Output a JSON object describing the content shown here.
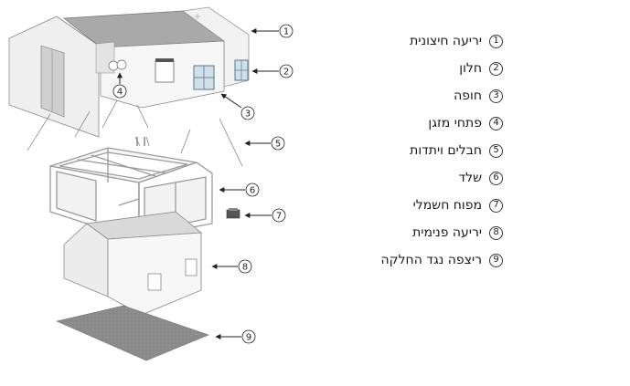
{
  "legend": [
    {
      "num": "1",
      "label": "יריעה חיצונית"
    },
    {
      "num": "2",
      "label": "חלון"
    },
    {
      "num": "3",
      "label": "חופה"
    },
    {
      "num": "4",
      "label": "פתחי מזגן"
    },
    {
      "num": "5",
      "label": "חבלים ויתדות"
    },
    {
      "num": "6",
      "label": "שלד"
    },
    {
      "num": "7",
      "label": "מפוח חשמלי"
    },
    {
      "num": "8",
      "label": "יריעה פנימית"
    },
    {
      "num": "9",
      "label": "ריצפה נגד החלקה"
    }
  ],
  "callouts": [
    "1",
    "2",
    "3",
    "4",
    "5",
    "6",
    "7",
    "8",
    "9"
  ]
}
